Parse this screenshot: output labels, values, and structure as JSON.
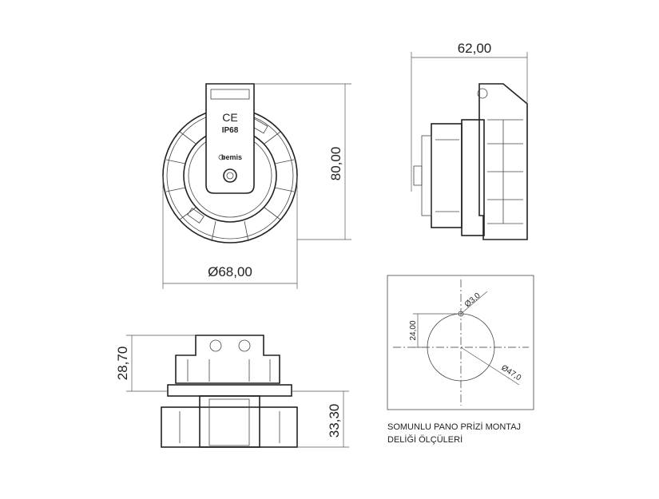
{
  "dimensions": {
    "front_height": "80,00",
    "front_diameter": "Ø68,00",
    "side_depth": "62,00",
    "bottom_upper_height": "28,70",
    "bottom_lower_height": "33,30"
  },
  "front_view": {
    "ce_mark": "CE",
    "ip_rating": "IP68",
    "brand_logo": "bemis"
  },
  "mounting_hole": {
    "hole_diameter": "Ø3,0",
    "offset": "24,00",
    "cutout_diameter": "Ø47,0",
    "caption_line1": "SOMUNLU PANO PRİZİ MONTAJ",
    "caption_line2": "DELİĞİ ÖLÇÜLERİ"
  }
}
